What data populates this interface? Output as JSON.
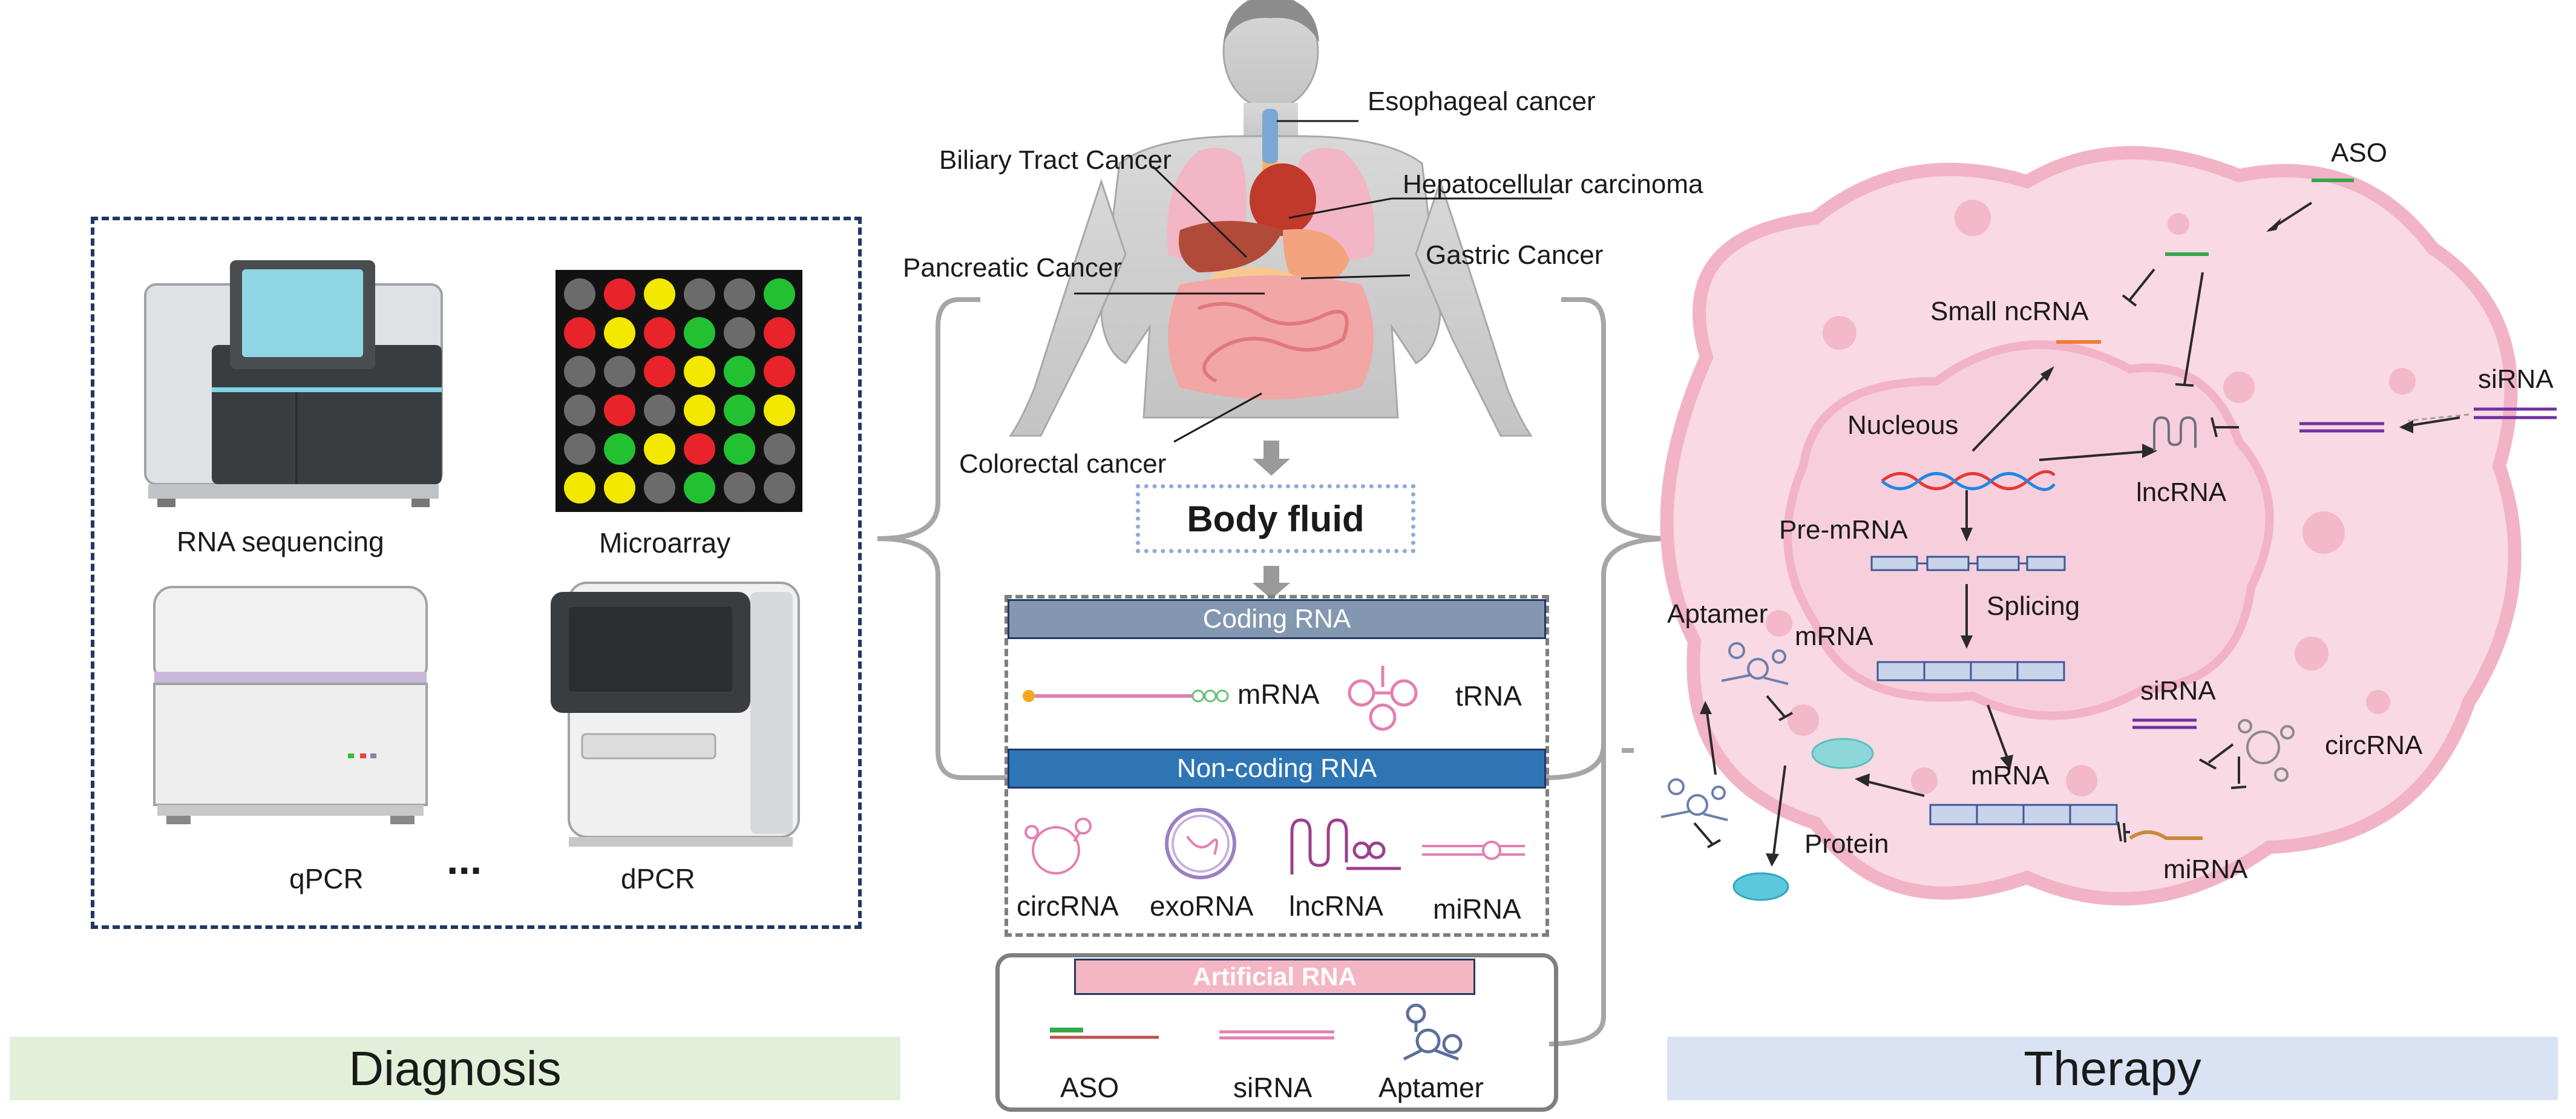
{
  "diagnosis": {
    "section_label": "Diagnosis",
    "methods": [
      "RNA sequencing",
      "Microarray",
      "qPCR",
      "dPCR"
    ],
    "ellipsis": "...",
    "microarray_colors": [
      "#e8242a",
      "#f3e800",
      "#22c132",
      "#6b6b6b"
    ]
  },
  "body": {
    "cancers": [
      "Esophageal cancer",
      "Biliary Tract Cancer",
      "Hepatocellular  carcinoma",
      "Pancreatic Cancer",
      "Gastric Cancer",
      "Colorectal cancer"
    ],
    "body_fluid": "Body fluid"
  },
  "rna_types": {
    "coding_header": "Coding RNA",
    "coding": [
      "mRNA",
      "tRNA"
    ],
    "noncoding_header": "Non-coding RNA",
    "noncoding": [
      "circRNA",
      "exoRNA",
      "lncRNA",
      "miRNA"
    ],
    "artificial_header": "Artificial RNA",
    "artificial": [
      "ASO",
      "siRNA",
      "Aptamer"
    ]
  },
  "therapy": {
    "section_label": "Therapy",
    "labels": {
      "aso": "ASO",
      "small_ncrna": "Small  ncRNA",
      "sirna_top": "siRNA",
      "nucleous": "Nucleous",
      "lncrna": "lncRNA",
      "pre_mrna": "Pre-mRNA",
      "splicing": "Splicing",
      "mrna_inner": "mRNA",
      "aptamer": "Aptamer",
      "sirna_mid": "siRNA",
      "circrna": "circRNA",
      "mrna_outer": "mRNA",
      "protein": "Protein",
      "mirna": "miRNA"
    }
  },
  "colors": {
    "diagnosis_bg": "#e2f0d9",
    "therapy_bg": "#dae3f3",
    "coding_bar": "#8497b0",
    "noncoding_bar": "#2e75b6",
    "artificial_bar": "#f4b6c2",
    "cell_fill": "#f9d9e3",
    "cell_border": "#f2b3c7"
  }
}
